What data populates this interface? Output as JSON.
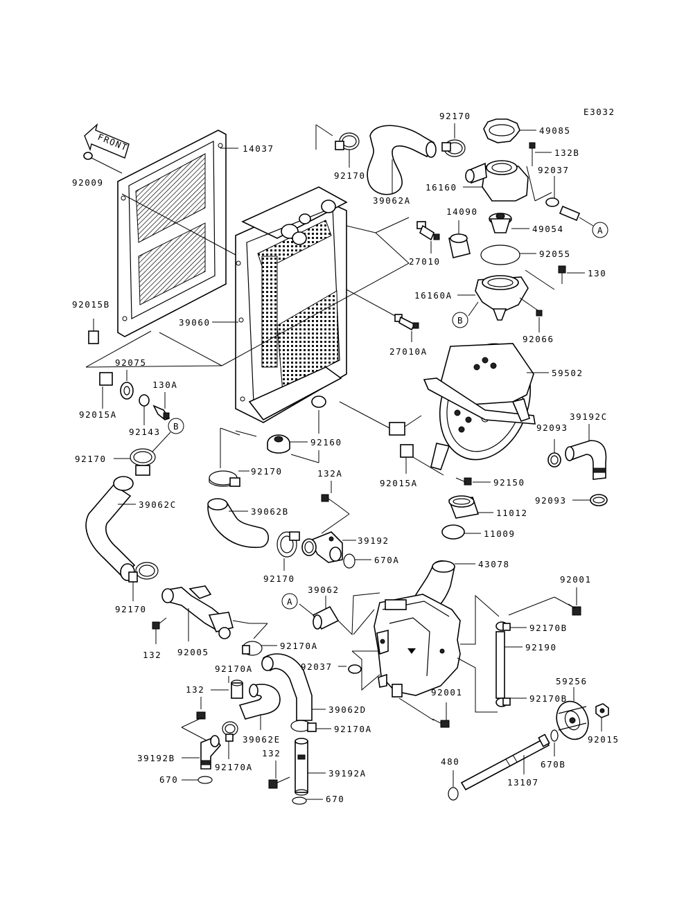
{
  "diagram_code": "E3032",
  "front_label": "FRONT",
  "ref_a": "A",
  "ref_b": "B",
  "labels": {
    "p14037": "14037",
    "p92009": "92009",
    "p92015B": "92015B",
    "p39060": "39060",
    "p92075": "92075",
    "p130A": "130A",
    "p92015A_l": "92015A",
    "p92143": "92143",
    "p92170_l": "92170",
    "p39062C": "39062C",
    "p92170_l2": "92170",
    "p132_l": "132",
    "p92005": "92005",
    "p92170A_1": "92170A",
    "p92170A_2": "92170A",
    "p132_l2": "132",
    "p39192B": "39192B",
    "p92170A_3": "92170A",
    "p670_l": "670",
    "p39062E": "39062E",
    "p132_l3": "132",
    "p39192A": "39192A",
    "p670_m": "670",
    "p39062D": "39062D",
    "p92170A_4": "92170A",
    "p92170_top1": "92170",
    "p39062A": "39062A",
    "p92170_top2": "92170",
    "p49085": "49085",
    "p132B": "132B",
    "p92037_r": "92037",
    "p16160": "16160",
    "p14090": "14090",
    "p49054": "49054",
    "p27010": "27010",
    "p92055": "92055",
    "p130": "130",
    "p16160A": "16160A",
    "p92066": "92066",
    "p27010A": "27010A",
    "p59502": "59502",
    "p39192C": "39192C",
    "p92093_1": "92093",
    "p92093_2": "92093",
    "p92160": "92160",
    "p92170_m": "92170",
    "p132A": "132A",
    "p92015A_m": "92015A",
    "p92150": "92150",
    "p39062B": "39062B",
    "p39192": "39192",
    "p670A": "670A",
    "p92170_m2": "92170",
    "p11012": "11012",
    "p11009": "11009",
    "p43078": "43078",
    "p39062": "39062",
    "p92001_1": "92001",
    "p92170B_1": "92170B",
    "p92190": "92190",
    "p92037_m": "92037",
    "p92001_2": "92001",
    "p92170B_2": "92170B",
    "p59256": "59256",
    "p92015": "92015",
    "p480": "480",
    "p670B": "670B",
    "p13107": "13107"
  }
}
